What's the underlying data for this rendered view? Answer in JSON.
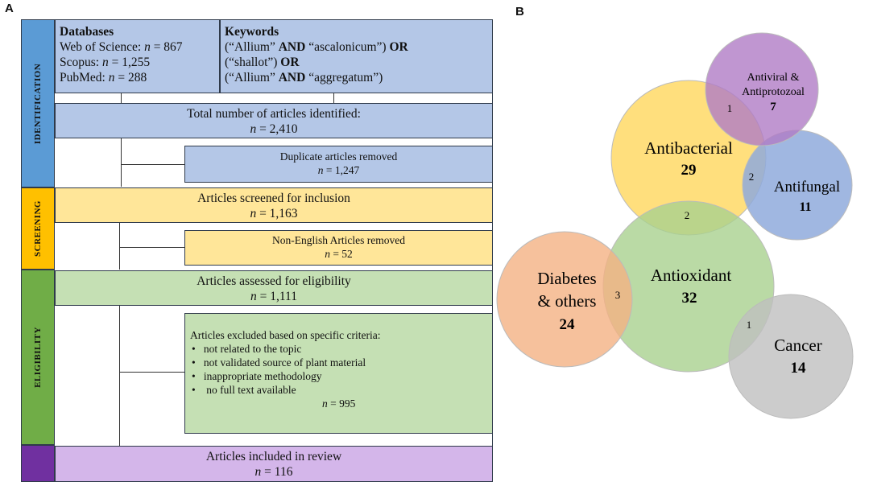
{
  "panelA": {
    "letter": "A",
    "sections": {
      "identification": "IDENTIFICATION",
      "screening": "SCREENING",
      "eligibility": "ELIGIBILITY"
    },
    "databases": {
      "title": "Databases",
      "wos_label": "Web of Science: ",
      "wos_n": "n",
      "wos_value": " = 867",
      "scopus_label": "Scopus: ",
      "scopus_n": "n",
      "scopus_value": " = 1,255",
      "pubmed_label": "PubMed: ",
      "pubmed_n": "n",
      "pubmed_value": " = 288"
    },
    "keywords": {
      "title": "Keywords",
      "l1a": "(“Allium” ",
      "l1b": "AND",
      "l1c": " “ascalonicum”) ",
      "l1d": "OR",
      "l2a": "(“shallot”) ",
      "l2b": "OR",
      "l3a": "(“Allium” ",
      "l3b": "AND",
      "l3c": " “aggregatum”)"
    },
    "total": {
      "label": "Total number of articles identified:",
      "n": "n",
      "value": " = 2,410"
    },
    "duplicates": {
      "label": "Duplicate articles removed",
      "n": "n",
      "value": " = 1,247"
    },
    "screened": {
      "label": "Articles screened for inclusion",
      "n": "n",
      "value": " = 1,163"
    },
    "non_english": {
      "label": "Non-English Articles removed",
      "n": "n",
      "value": " = 52"
    },
    "assessed": {
      "label": "Articles assessed for eligibility",
      "n": "n",
      "value": " = 1,111"
    },
    "excluded": {
      "label": "Articles excluded based on specific criteria:",
      "items": [
        "not related to the topic",
        "not validated source of plant material",
        "inappropriate methodology",
        "no full text available"
      ],
      "n": "n",
      "value": " = 995"
    },
    "included": {
      "label": "Articles included in review",
      "n": "n",
      "value": " = 116"
    },
    "colors": {
      "identification": "#5b9bd5",
      "screening": "#ffc000",
      "eligibility": "#70ad47",
      "included": "#7030a0"
    }
  },
  "panelB": {
    "letter": "B",
    "circles": {
      "antiviral": {
        "label1": "Antiviral &",
        "label2": "Antiprotozoal",
        "count": "7",
        "color": "#b07cc6"
      },
      "antibacterial": {
        "label": "Antibacterial",
        "count": "29",
        "color": "#ffd966"
      },
      "antifungal": {
        "label": "Antifungal",
        "count": "11",
        "color": "#8faadc"
      },
      "antioxidant": {
        "label": "Antioxidant",
        "count": "32",
        "color": "#a9d18e"
      },
      "diabetes": {
        "label1": "Diabetes",
        "label2": "& others",
        "count": "24",
        "color": "#f4b183"
      },
      "cancer": {
        "label": "Cancer",
        "count": "14",
        "color": "#bfbfbf"
      }
    },
    "overlaps": {
      "antibacterial_antiviral": "1",
      "antibacterial_antifungal": "2",
      "antibacterial_antioxidant": "2",
      "diabetes_antioxidant": "3",
      "antioxidant_cancer": "1"
    }
  }
}
